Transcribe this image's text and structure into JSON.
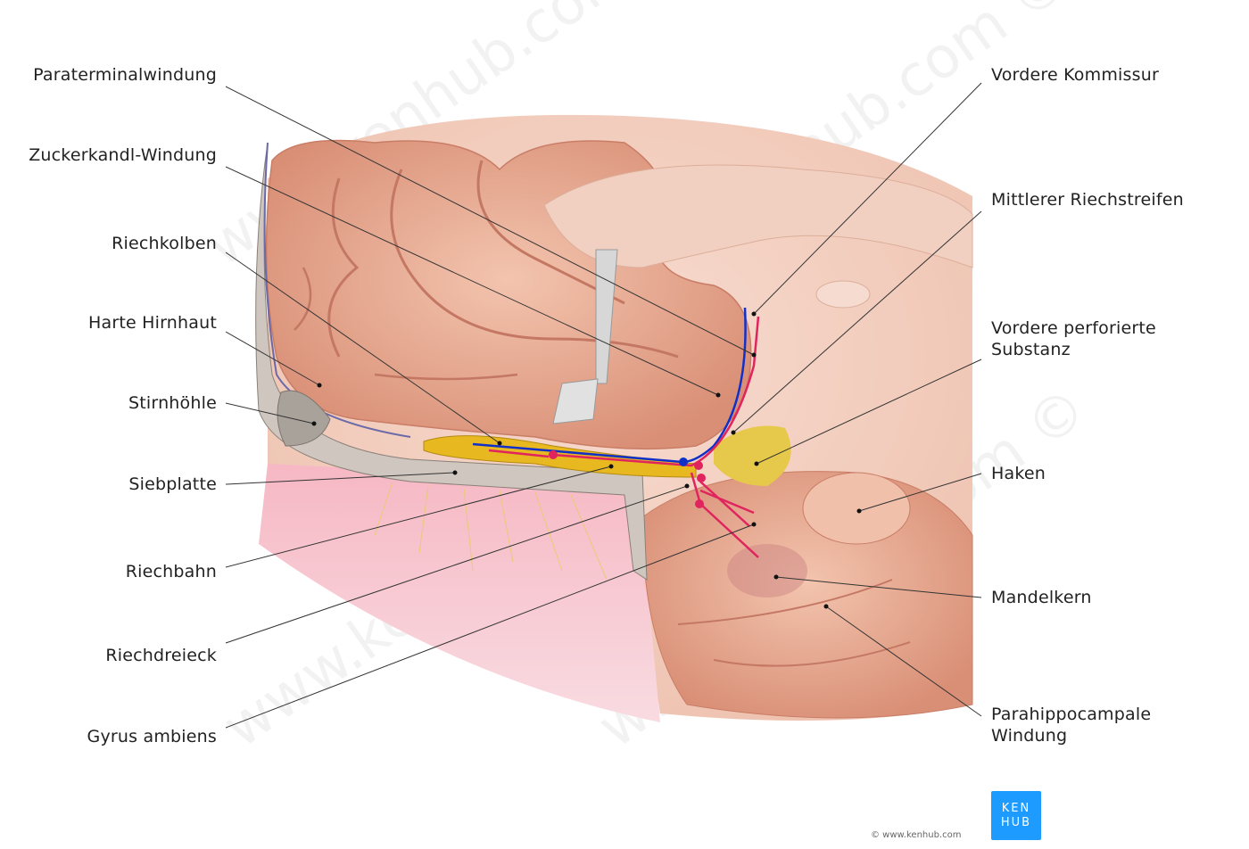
{
  "labels_left": [
    {
      "text": "Paraterminalwindung"
    },
    {
      "text": "Zuckerkandl-Windung"
    },
    {
      "text": "Riechkolben"
    },
    {
      "text": "Harte Hirnhaut"
    },
    {
      "text": "Stirnhöhle"
    },
    {
      "text": "Siebplatte"
    },
    {
      "text": "Riechbahn"
    },
    {
      "text": "Riechdreieck"
    },
    {
      "text": "Gyrus ambiens"
    }
  ],
  "labels_right": [
    {
      "text": "Vordere Kommissur"
    },
    {
      "text": "Mittlerer Riechstreifen"
    },
    {
      "text": "Vordere perforierte",
      "text2": "Substanz"
    },
    {
      "text": "Haken"
    },
    {
      "text": "Mandelkern"
    },
    {
      "text": "Parahippocampale",
      "text2": "Windung"
    }
  ],
  "watermark": "www.kenhub.com ©",
  "logo": {
    "line1": "KEN",
    "line2": "HUB",
    "color": "#1e9bff"
  },
  "copyright": "© www.kenhub.com",
  "colors": {
    "tissue": "#e8a990",
    "bone": "#cfc7bf",
    "bulb": "#e8b820",
    "afferent": "#e0245e",
    "efferent": "#1030c8"
  }
}
